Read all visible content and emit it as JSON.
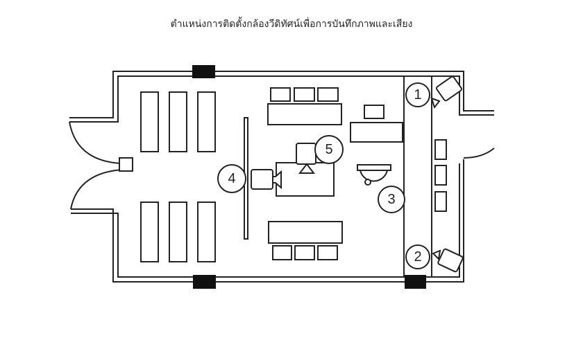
{
  "title": "ตำแหน่งการติดตั้งกล้องวีดิทัศน์เพื่อการบันทึกภาพและเสียง",
  "cameras": [
    {
      "label": "1",
      "type": "box-camera"
    },
    {
      "label": "2",
      "type": "box-camera"
    },
    {
      "label": "3",
      "type": "dome-camera"
    },
    {
      "label": "4",
      "type": "video-camera"
    },
    {
      "label": "5",
      "type": "video-camera"
    }
  ]
}
